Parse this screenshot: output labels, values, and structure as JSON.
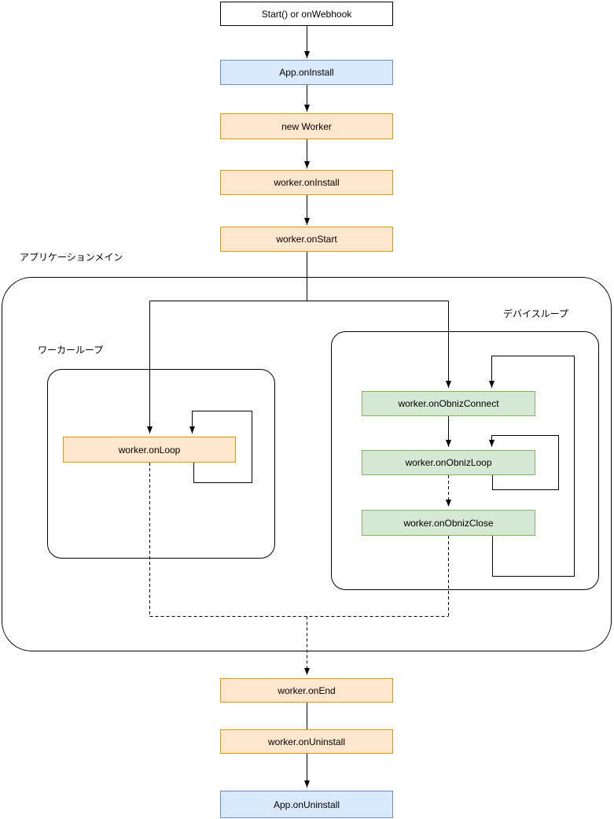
{
  "diagram": {
    "background": "#ffffff",
    "edge_color": "#000000",
    "containers": {
      "app_main": {
        "label": "アプリケーションメイン"
      },
      "worker_loop": {
        "label": "ワーカーループ"
      },
      "device_loop": {
        "label": "デバイスループ"
      }
    },
    "nodes": {
      "start": {
        "label": "Start() or onWebhook",
        "fill": "#ffffff",
        "stroke": "#000000"
      },
      "app_on_install": {
        "label": "App.onInstall",
        "fill": "#dae8fc",
        "stroke": "#6c8ebf"
      },
      "new_worker": {
        "label": "new Worker",
        "fill": "#ffe6cc",
        "stroke": "#d79b00"
      },
      "worker_on_install": {
        "label": "worker.onInstall",
        "fill": "#ffe6cc",
        "stroke": "#d79b00"
      },
      "worker_on_start": {
        "label": "worker.onStart",
        "fill": "#ffe6cc",
        "stroke": "#d79b00"
      },
      "worker_on_loop": {
        "label": "worker.onLoop",
        "fill": "#ffe6cc",
        "stroke": "#d79b00"
      },
      "worker_on_obniz_connect": {
        "label": "worker.onObnizConnect",
        "fill": "#d5e8d4",
        "stroke": "#82b366"
      },
      "worker_on_obniz_loop": {
        "label": "worker.onObnizLoop",
        "fill": "#d5e8d4",
        "stroke": "#82b366"
      },
      "worker_on_obniz_close": {
        "label": "worker.onObnizClose",
        "fill": "#d5e8d4",
        "stroke": "#82b366"
      },
      "worker_on_end": {
        "label": "worker.onEnd",
        "fill": "#ffe6cc",
        "stroke": "#d79b00"
      },
      "worker_on_uninstall": {
        "label": "worker.onUninstall",
        "fill": "#ffe6cc",
        "stroke": "#d79b00"
      },
      "app_on_uninstall": {
        "label": "App.onUninstall",
        "fill": "#dae8fc",
        "stroke": "#6c8ebf"
      }
    }
  }
}
